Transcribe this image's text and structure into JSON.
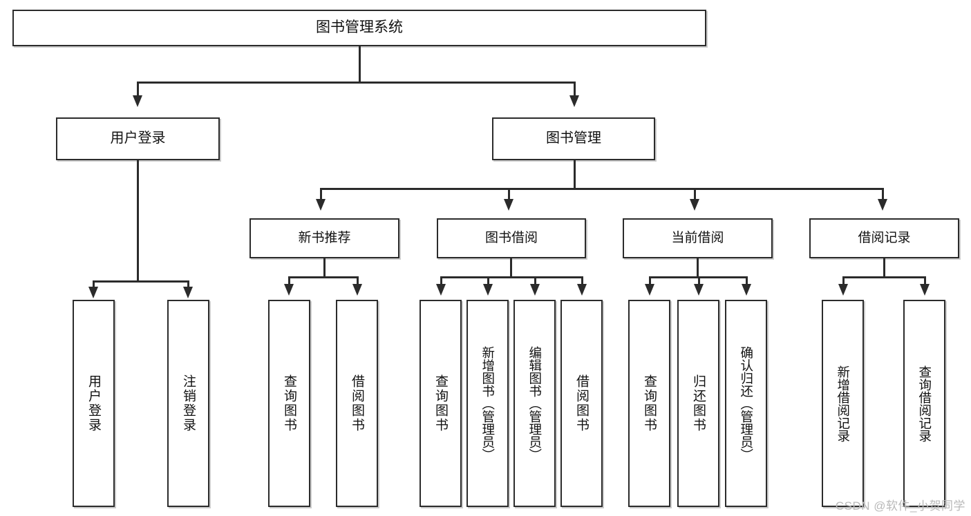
{
  "diagram": {
    "title": "图书管理系统",
    "type": "hierarchy-tree",
    "root": {
      "label": "图书管理系统"
    },
    "level2": [
      {
        "label": "用户登录"
      },
      {
        "label": "图书管理"
      }
    ],
    "level3": [
      {
        "label": "新书推荐"
      },
      {
        "label": "图书借阅"
      },
      {
        "label": "当前借阅"
      },
      {
        "label": "借阅记录"
      }
    ],
    "leaves": [
      {
        "label": "用户登录",
        "parent": "用户登录"
      },
      {
        "label": "注销登录",
        "parent": "用户登录"
      },
      {
        "label": "查询图书",
        "parent": "新书推荐"
      },
      {
        "label": "借阅图书",
        "parent": "新书推荐"
      },
      {
        "label": "查询图书",
        "parent": "图书借阅"
      },
      {
        "label": "新增图书（管理员）",
        "parent": "图书借阅"
      },
      {
        "label": "编辑图书（管理员）",
        "parent": "图书借阅"
      },
      {
        "label": "借阅图书",
        "parent": "图书借阅"
      },
      {
        "label": "查询图书",
        "parent": "当前借阅"
      },
      {
        "label": "归还图书",
        "parent": "当前借阅"
      },
      {
        "label": "确认归还（管理员）",
        "parent": "当前借阅"
      },
      {
        "label": "新增借阅记录",
        "parent": "借阅记录"
      },
      {
        "label": "查询借阅记录",
        "parent": "借阅记录"
      }
    ]
  },
  "watermark": {
    "text": "CSDN @软件_小贺同学"
  },
  "colors": {
    "stroke": "#2b2b2b",
    "background": "#ffffff",
    "text": "#111111",
    "watermark": "#b9b9b9"
  }
}
